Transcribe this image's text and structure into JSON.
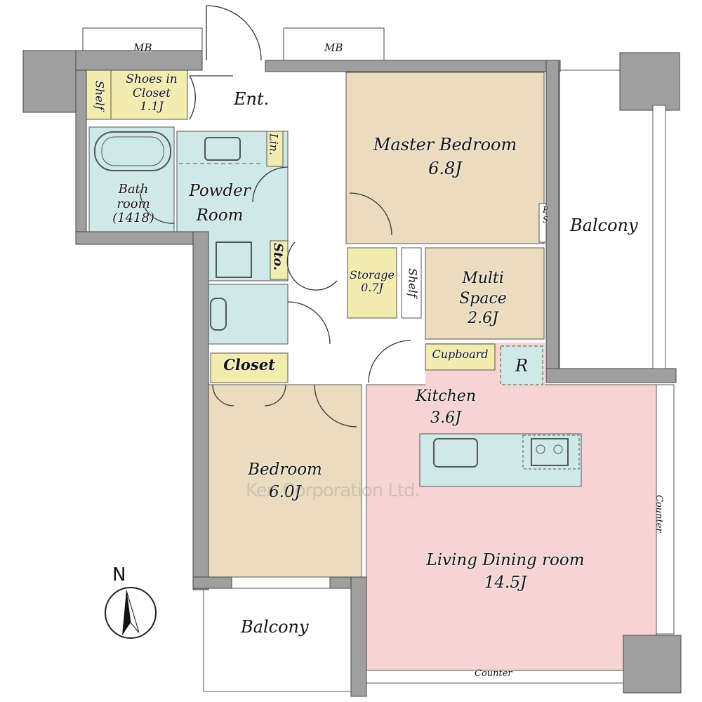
{
  "rooms": {
    "mb_left": "MB",
    "mb_right": "MB",
    "shoes_closet": {
      "name": "Shoes in Closet",
      "line1": "Shoes in",
      "line2": "Closet",
      "size": "1.1J"
    },
    "shelf_entrance": "Shelf",
    "entrance": "Ent.",
    "bathroom": {
      "line1": "Bath",
      "line2": "room",
      "size": "(1418)"
    },
    "linen": "Lin.",
    "powder_room": {
      "line1": "Powder",
      "line2": "Room"
    },
    "storage_small": "Sto.",
    "master_bedroom": {
      "name": "Master Bedroom",
      "size": "6.8J"
    },
    "ps": {
      "line1": "P",
      "line2": "S"
    },
    "balcony_east": "Balcony",
    "storage": {
      "name": "Storage",
      "size": "0.7J"
    },
    "shelf_hall": "Shelf",
    "multi_space": {
      "line1": "Multi",
      "line2": "Space",
      "size": "2.6J"
    },
    "cupboard": "Cupboard",
    "refrigerator": "R",
    "closet": "Closet",
    "kitchen": {
      "name": "Kitchen",
      "size": "3.6J"
    },
    "bedroom": {
      "name": "Bedroom",
      "size": "6.0J"
    },
    "living_dining": {
      "name": "Living Dining room",
      "size": "14.5J"
    },
    "counter_east": "Counter",
    "counter_south": "Counter",
    "balcony_south": "Balcony"
  },
  "compass": {
    "label": "N"
  },
  "watermark": "Ken Corporation Ltd.",
  "colors": {
    "wall": "#9f9f9f",
    "wet": "#cfe9e8",
    "storage": "#f2ecae",
    "room": "#ecdcbf",
    "ldk": "#f6d4d4"
  }
}
